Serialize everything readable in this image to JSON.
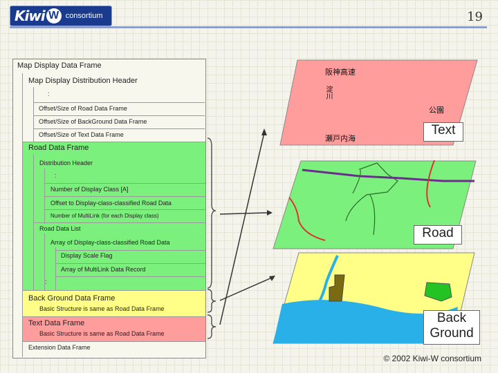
{
  "header": {
    "brand": "Kiwi",
    "brand_w": "W",
    "brand_suffix": "consortium",
    "page_number": "19"
  },
  "frame": {
    "title": "Map Display Data Frame",
    "distribution_header": "Map Display Distribution Header",
    "ellipsis": ":",
    "offset_road": "Offset/Size of Road Data Frame",
    "offset_background": "Offset/Size of BackGround Data Frame",
    "offset_text": "Offset/Size of Text Data Frame",
    "road": {
      "title": "Road Data Frame",
      "distribution_header": "Distribution Header",
      "ellipsis": ":",
      "num_display_class": "Number of Display Class [A]",
      "offset_classified": "Offset to Display-class-classified Road Data",
      "num_multilink": "Number of MultiLink (for each Display class)",
      "road_data_list": "Road Data List",
      "array_classified": "Array of Display-class-classified Road Data",
      "scale_flag": "Display Scale Flag",
      "array_multilink": "Array of MultiLink Data Record",
      "ellipsis2": ":"
    },
    "background": {
      "title": "Back Ground Data Frame",
      "note": "Basic Structure is same as Road Data Frame"
    },
    "text": {
      "title": "Text Data Frame",
      "note": "Basic Structure is same as Road Data Frame"
    },
    "extension": "Extension Data Frame"
  },
  "map_labels": {
    "hanshin": "阪神高速",
    "river": "淀川",
    "park": "公園",
    "setonaikai": "瀬戸内海"
  },
  "layer_labels": {
    "text": "Text",
    "road": "Road",
    "background": "Back Ground"
  },
  "footer": {
    "copyright": "© 2002 Kiwi-W consortium"
  },
  "colors": {
    "green": "#7cf07c",
    "yellow": "#ffff88",
    "pink": "#ff9d9d",
    "sea": "#2ab0e8",
    "park_green": "#22c322",
    "building": "#7a6a10"
  }
}
